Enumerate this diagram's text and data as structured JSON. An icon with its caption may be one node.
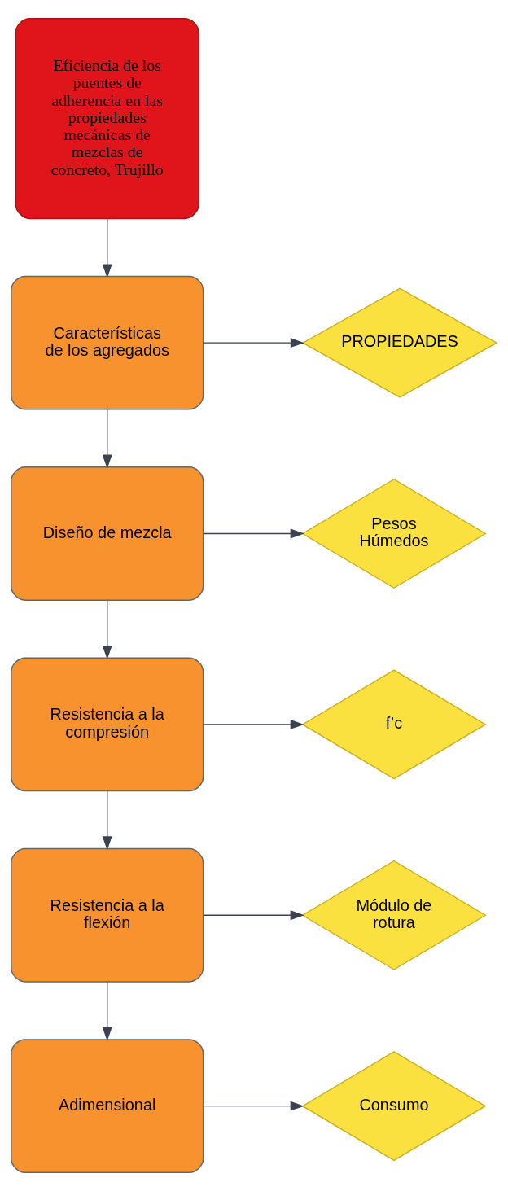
{
  "diagram": {
    "nodes": [
      {
        "text": [
          "Eficiencia de los puentes de adherencia en las propiedades mecánicas de mezclas de concreto, Trujillo"
        ]
      },
      {
        "text": [
          "Características de los agregados"
        ]
      },
      {
        "text": [
          "PROPIEDADES"
        ]
      },
      {
        "text": [
          "Diseño de mezcla"
        ]
      },
      {
        "text": [
          "Pesos Húmedos"
        ]
      },
      {
        "text": [
          "Resistencia a la compresión"
        ]
      },
      {
        "text": [
          "f’c"
        ]
      },
      {
        "text": [
          "Resistencia a la flexión"
        ]
      },
      {
        "text": [
          "Módulo de rotura"
        ]
      },
      {
        "text": [
          "Adimensional"
        ]
      },
      {
        "text": [
          "Consumo"
        ]
      }
    ],
    "edges": [
      {
        "from": 0,
        "to": 1,
        "arrow": "to"
      },
      {
        "from": 1,
        "to": 2,
        "arrow": "to"
      },
      {
        "from": 1,
        "to": 3,
        "arrow": "to"
      },
      {
        "from": 3,
        "to": 4,
        "arrow": "to"
      },
      {
        "from": 3,
        "to": 5,
        "arrow": "to"
      },
      {
        "from": 5,
        "to": 6,
        "arrow": "to"
      },
      {
        "from": 5,
        "to": 7,
        "arrow": "to"
      },
      {
        "from": 7,
        "to": 8,
        "arrow": "to"
      },
      {
        "from": 7,
        "to": 9,
        "arrow": "to"
      },
      {
        "from": 9,
        "to": 10,
        "arrow": "to"
      }
    ]
  }
}
